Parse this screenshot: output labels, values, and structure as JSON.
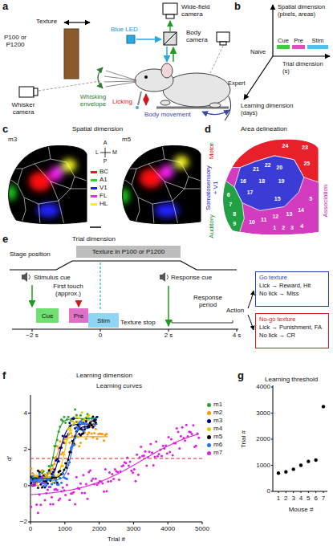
{
  "diagram": {
    "nodes": [
      {
        "text": [
          "Cue"
        ]
      },
      {
        "text": [
          "Pre"
        ]
      },
      {
        "text": [
          "Stim"
        ]
      },
      {
        "text": [
          "Texture in P100 or P1200"
        ]
      },
      {
        "text": [
          "Cue"
        ]
      },
      {
        "text": [
          "Pre"
        ]
      },
      {
        "text": [
          "Stim"
        ]
      },
      {
        "text": [
          "Go texture",
          "Lick → Reward, Hit",
          "No lick → Miss"
        ]
      },
      {
        "text": [
          "No-go texture",
          "Lick → Punishment, FA",
          "No lick → CR"
        ]
      }
    ],
    "labels": [
      "a",
      "b",
      "c",
      "d",
      "e",
      "f",
      "g",
      "Texture",
      "P100 or P1200",
      "Whisking envelope",
      "Blue LED",
      "Wide-field camera",
      "Body camera",
      "Whisker camera",
      "Licking",
      "Body movement",
      "Spatial dimension (pixels, areas)",
      "Trial dimension (s)",
      "Learning dimension (days)",
      "Naive",
      "Expert",
      "Spatial dimension",
      "m3",
      "m5",
      "A",
      "P",
      "L",
      "M",
      "Area delineation",
      "Motor",
      "Somatosensory + V1",
      "Auditory",
      "Association",
      "1",
      "2",
      "3",
      "4",
      "5",
      "6",
      "7",
      "8",
      "9",
      "10",
      "11",
      "12",
      "13",
      "14",
      "15",
      "16",
      "17",
      "18",
      "19",
      "20",
      "21",
      "22",
      "23",
      "24",
      "25",
      "Trial dimension",
      "Stage position",
      "Stimulus cue",
      "First touch (approx.)",
      "Texture stop",
      "Response cue",
      "Response period",
      "Action",
      "−2 s",
      "0",
      "2 s",
      "4 s",
      "Learning dimension",
      "Learning curves",
      "d′",
      "Trial #",
      "4",
      "2",
      "0",
      "−2",
      "0",
      "1000",
      "2000",
      "3000",
      "4000",
      "5000",
      "Learning threshold",
      "Trial #",
      "Mouse #",
      "4000",
      "3000",
      "2000",
      "1000",
      "0",
      "1",
      "2",
      "3",
      "4",
      "5",
      "6",
      "7"
    ],
    "legend": [
      {
        "text": "BC",
        "color": "#ff1010"
      },
      {
        "text": "A1",
        "color": "#20e020"
      },
      {
        "text": "V1",
        "color": "#2020ff"
      },
      {
        "text": "FL",
        "color": "#ff20ff"
      },
      {
        "text": "HL",
        "color": "#ffee00"
      },
      {
        "text": "m1",
        "color": "#2ca02c"
      },
      {
        "text": "m2",
        "color": "#ff9900"
      },
      {
        "text": "m3",
        "color": "#000080"
      },
      {
        "text": "m4",
        "color": "#e6c700"
      },
      {
        "text": "m5",
        "color": "#000000"
      },
      {
        "text": "m6",
        "color": "#1f6fff"
      },
      {
        "text": "m7",
        "color": "#e020e0"
      }
    ]
  }
}
